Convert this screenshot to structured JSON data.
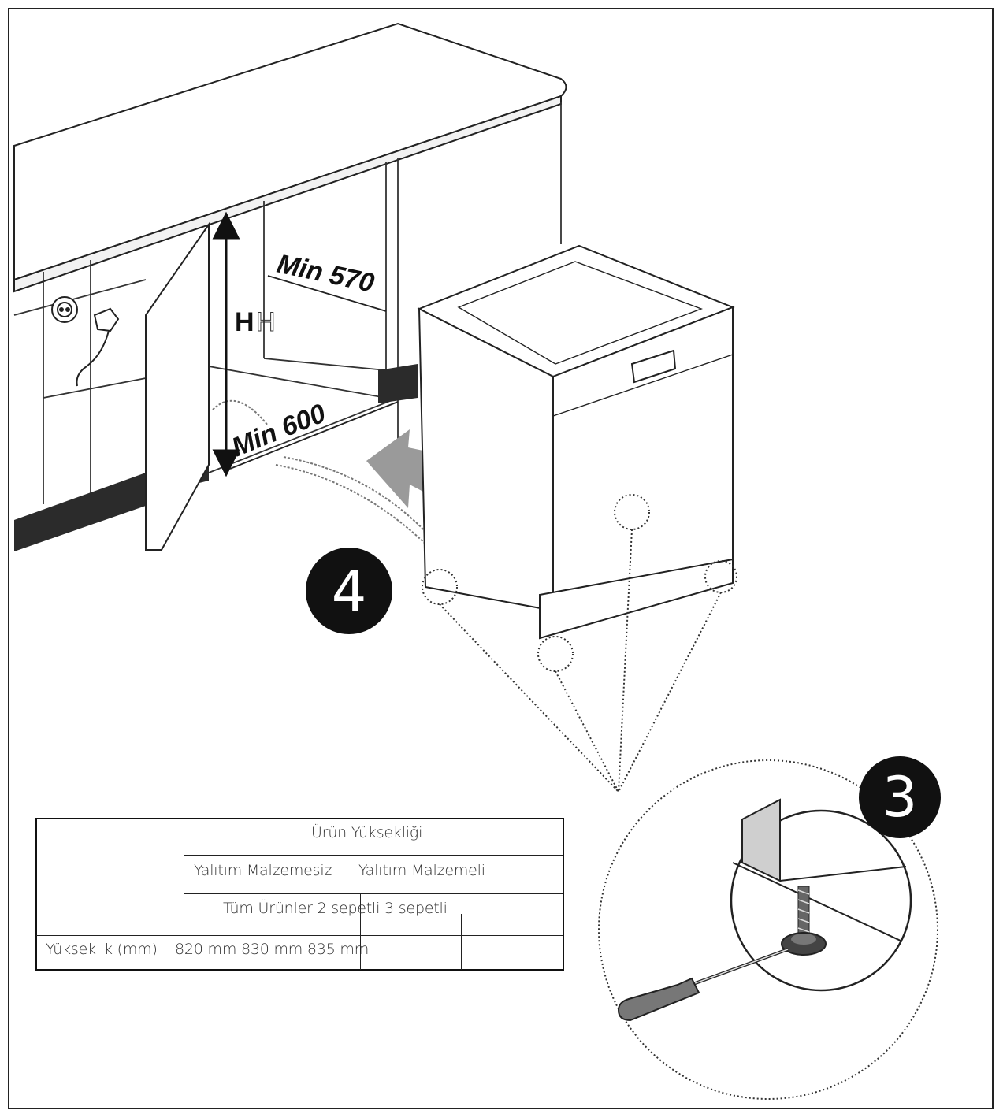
{
  "labels": {
    "min_depth": "Min 570",
    "min_width": "Min 600",
    "height": "H",
    "step_a": "4",
    "step_b": "3"
  },
  "table": {
    "product_height": "Ürün Yüksekliği",
    "without_insulation": "Yalıtım Malzemesiz",
    "with_insulation": "Yalıtım Malzemeli",
    "subrow": "Tüm Ürünler 2 sepetli 3 sepetli",
    "row_label": "Yükseklik (mm)",
    "row_values": "820 mm 830 mm 835 mm"
  },
  "colors": {
    "line": "#222222",
    "arrow": "#9a9a9a",
    "badge": "#111111"
  }
}
